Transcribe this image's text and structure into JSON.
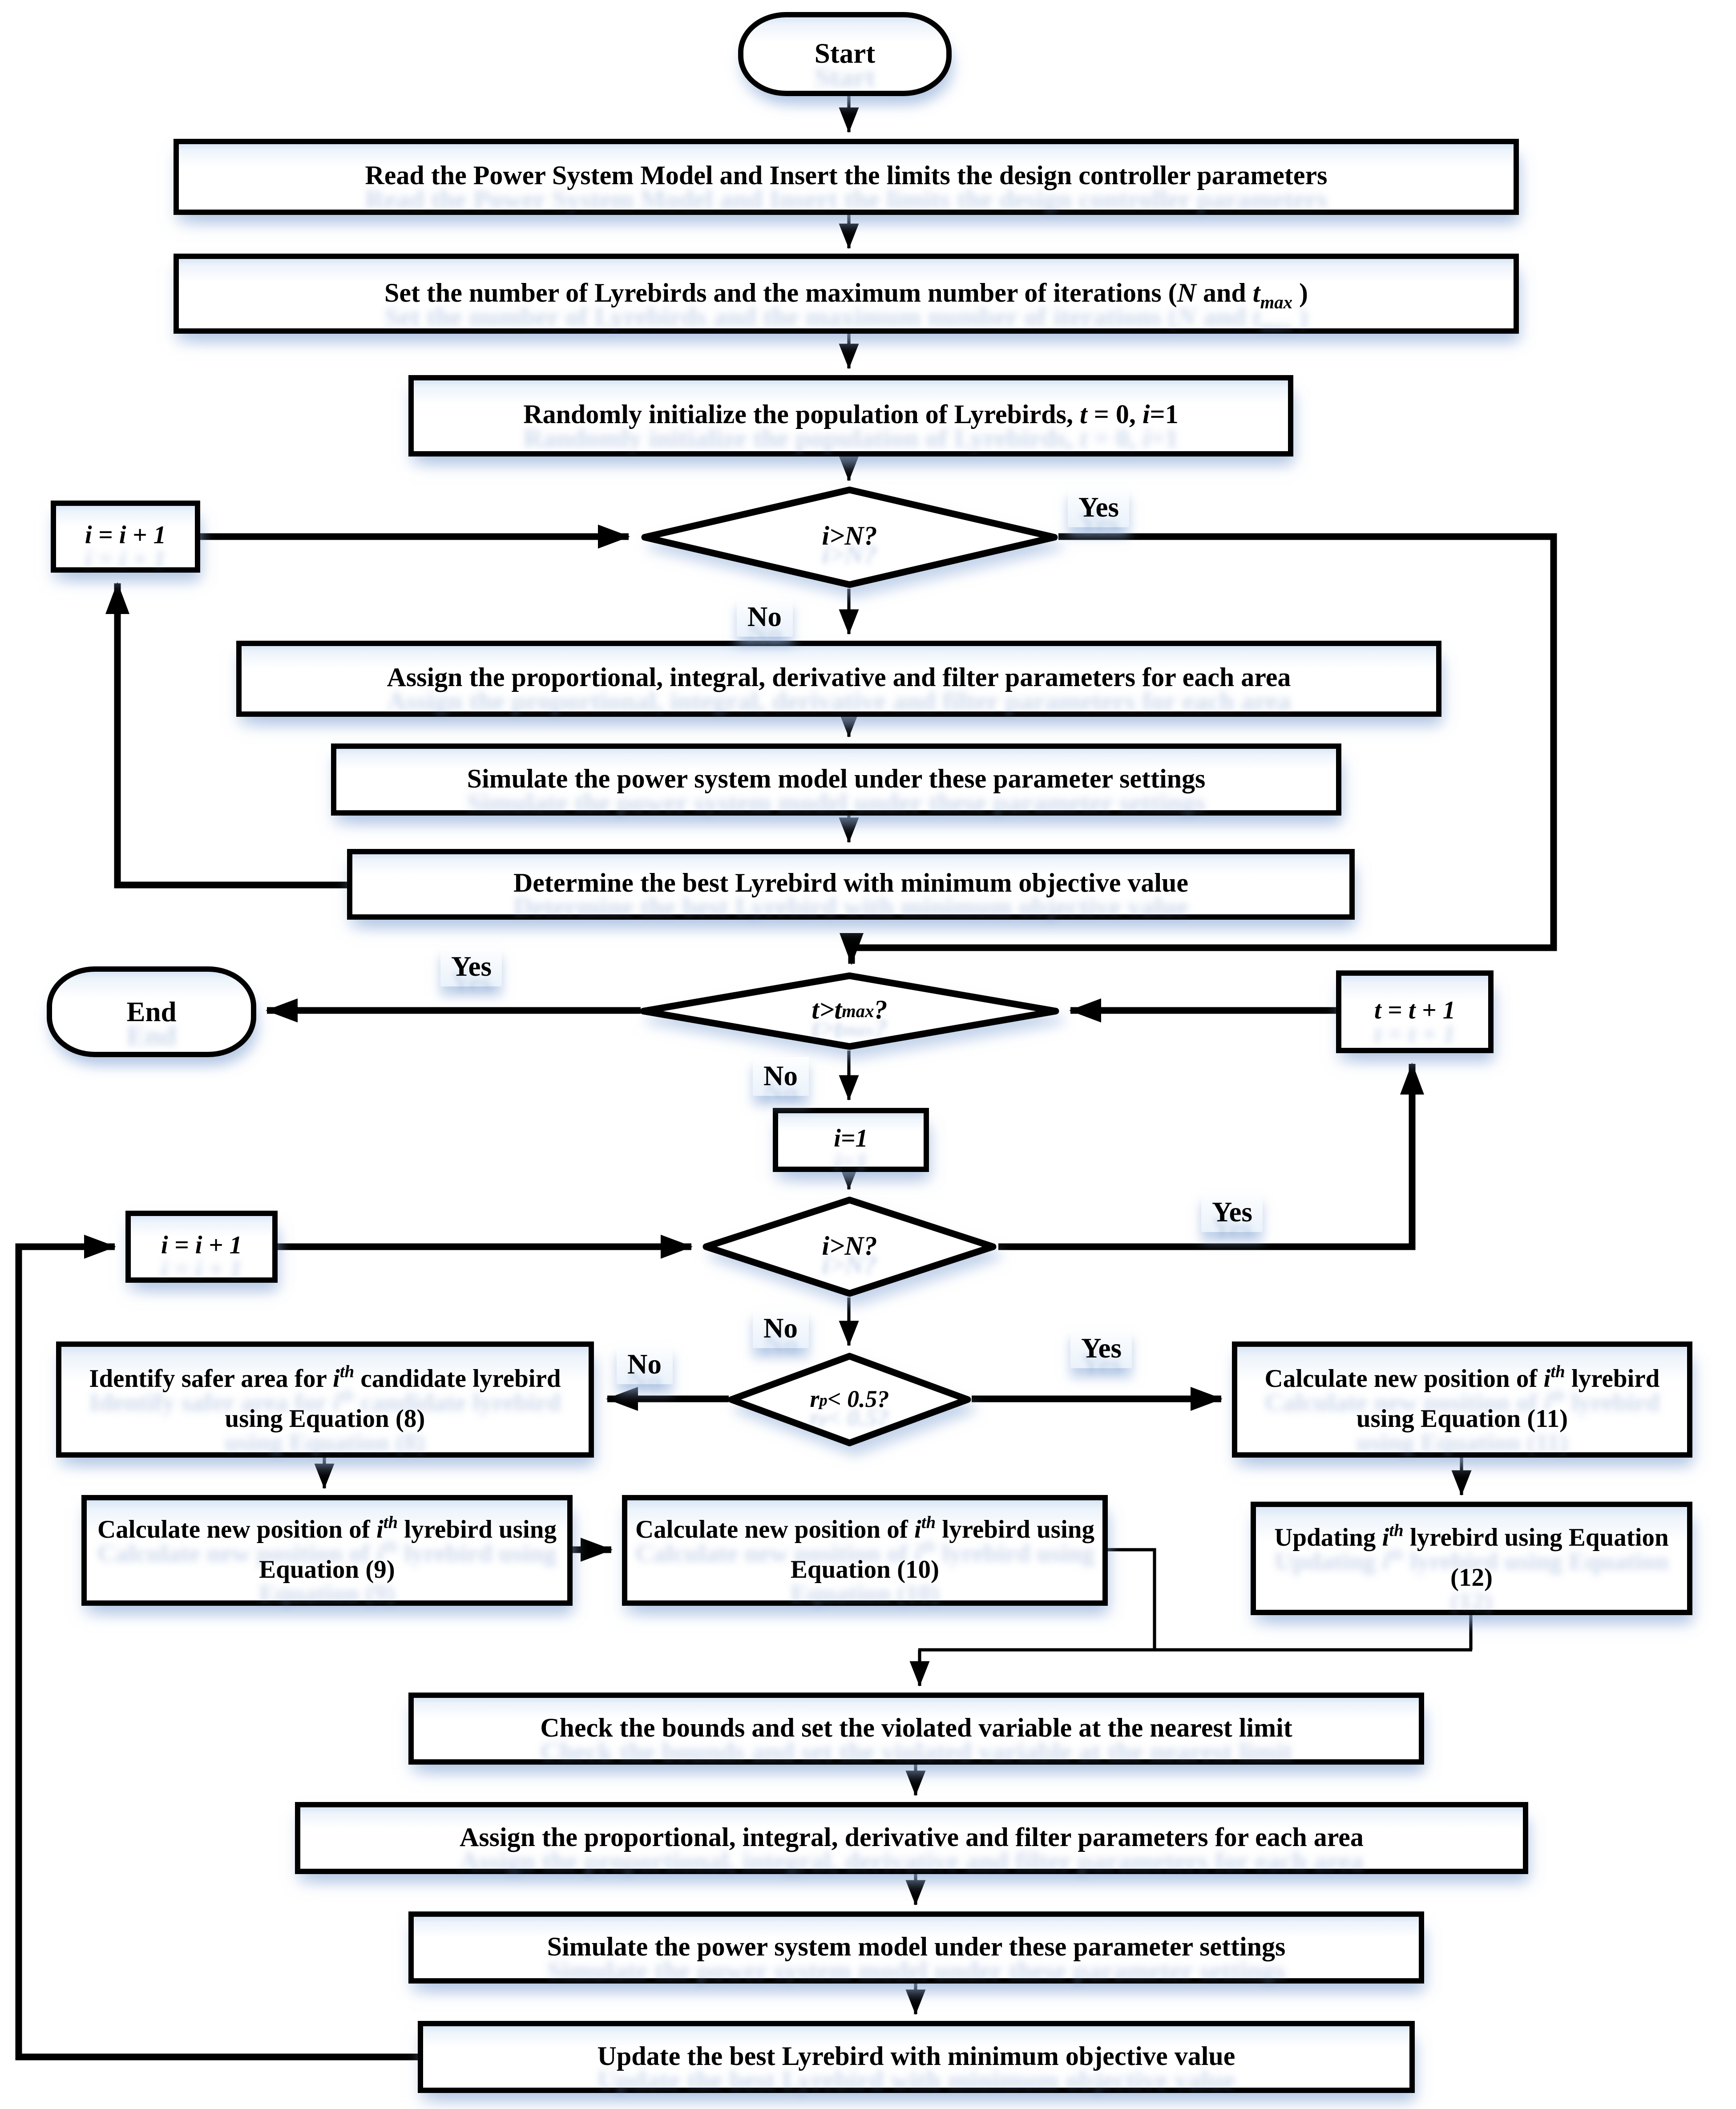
{
  "nodes": {
    "start": "Start",
    "read_model": "Read the Power System Model and Insert the limits the design controller parameters",
    "set_params": "Set the number of Lyrebirds and the maximum number of iterations (<i>N</i> and <i>t</i><sub><i>max</i></sub> )",
    "init_population": "Randomly initialize the population of Lyrebirds, <i>t</i> = 0, <i>i</i>=1",
    "loop1_check": "<i>i</i> &gt; <i>N</i>?",
    "inc_i_1": "<i>i</i> = <i>i</i> + 1",
    "assign_params_1": "Assign the proportional, integral, derivative and filter parameters for each area",
    "simulate_1": "Simulate the power system model under these parameter settings",
    "determine_best": "Determine the best Lyrebird with minimum objective value",
    "iter_check": "<i>t</i> &gt; <i>t</i><sub><i>max</i></sub> ?",
    "end": "End",
    "inc_t": "<i>t</i> = <i>t</i> + 1",
    "reset_i": "<i>i</i>=1",
    "loop2_check": "<i>i</i> &gt; <i>N</i>?",
    "inc_i_2": "<i>i</i> = <i>i</i> + 1",
    "rp_check": "<i>r</i><sub><i>p</i></sub> &lt; 0.5?",
    "eq8": "Identify safer area for <i>i</i><sup><i>th</i></sup> candidate lyrebird using Equation (8)",
    "eq9": "Calculate new position of <i>i</i><sup><i>th</i></sup> lyrebird using Equation (9)",
    "eq10": "Calculate new position of <i>i</i><sup><i>th</i></sup> lyrebird using Equation (10)",
    "eq11": "Calculate new position of <i>i</i><sup><i>th</i></sup> lyrebird using Equation (11)",
    "eq12": "Updating <i>i</i><sup><i>th</i></sup> lyrebird using Equation (12)",
    "check_bounds": "Check the bounds and set the violated variable at the nearest limit",
    "assign_params_2": "Assign the proportional, integral, derivative and filter parameters for each area",
    "simulate_2": "Simulate the power system model under these parameter settings",
    "update_best": "Update the best Lyrebird with minimum objective value"
  },
  "edge_labels": {
    "loop1_yes": "Yes",
    "loop1_no": "No",
    "iter_yes": "Yes",
    "iter_no": "No",
    "loop2_yes": "Yes",
    "loop2_no": "No",
    "rp_no": "No",
    "rp_yes": "Yes"
  },
  "colors": {
    "stroke": "#000000",
    "fill": "#ffffff",
    "shadow_tint": "#94b0db"
  }
}
